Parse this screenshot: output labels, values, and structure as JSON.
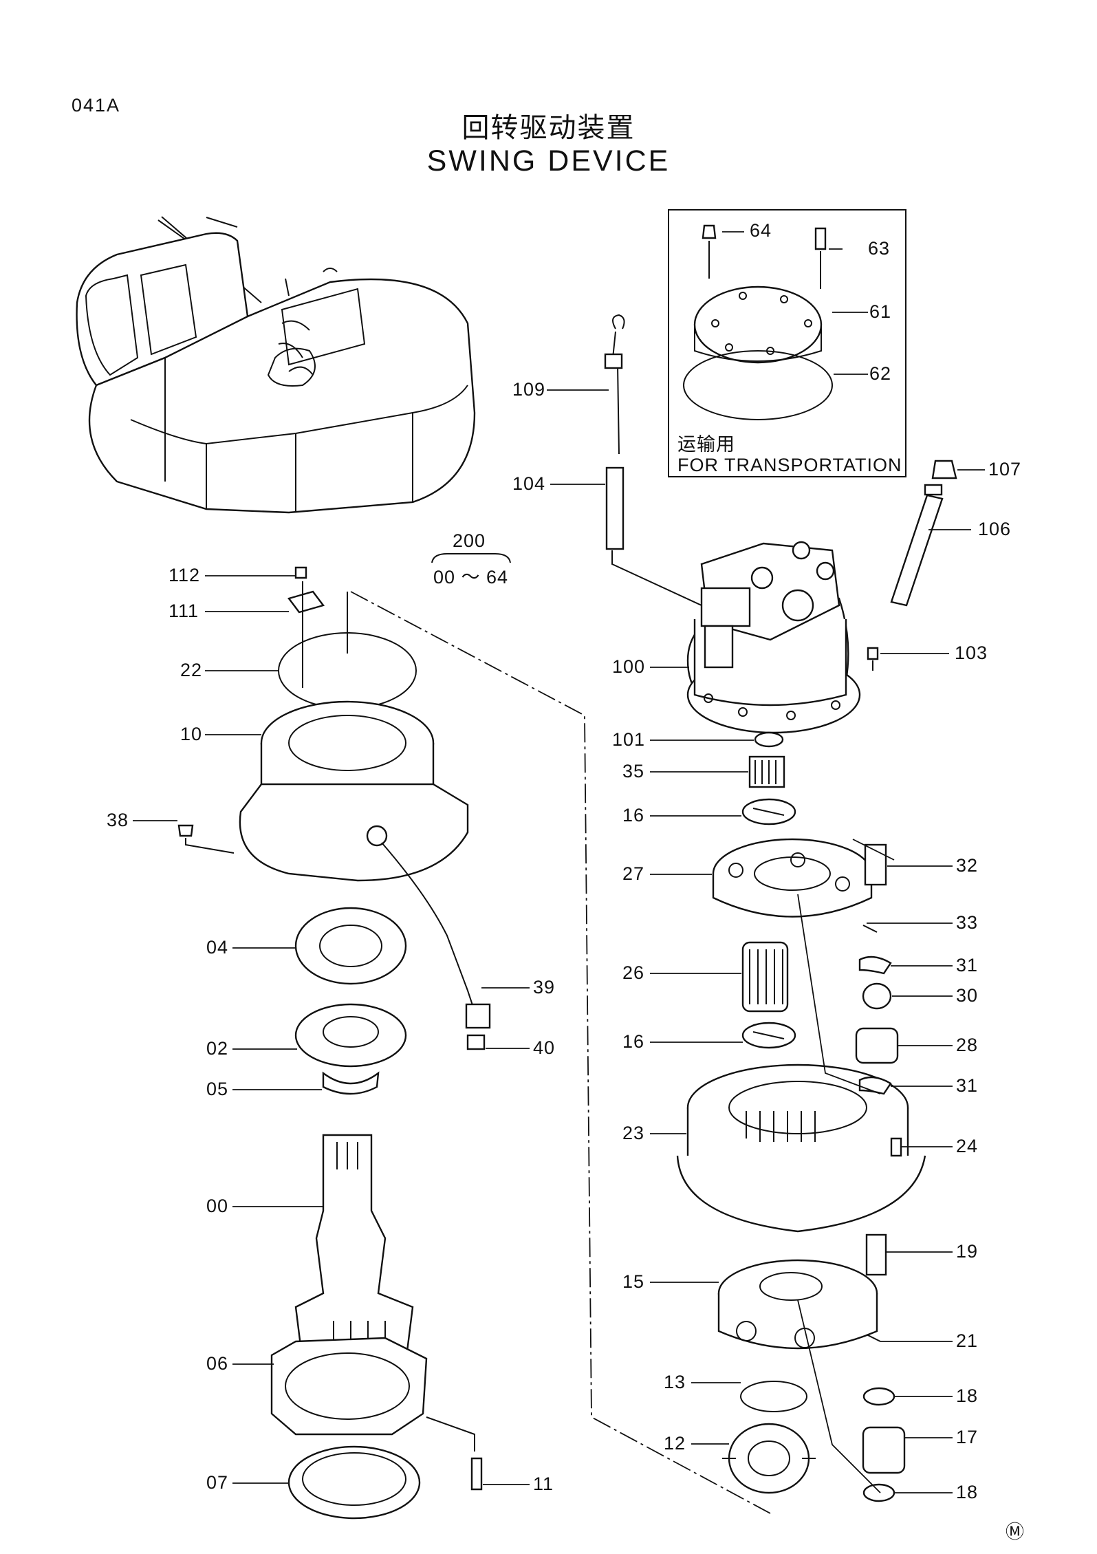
{
  "page_code": "041A",
  "title_cn": "回转驱动装置",
  "title_en": "SWING  DEVICE",
  "assembly": {
    "number": "200",
    "range": "00 ～ 64"
  },
  "transport_box": {
    "label_cn": "运输用",
    "label_en": "FOR TRANSPORTATION"
  },
  "callouts": [
    "64",
    "63",
    "61",
    "62",
    "109",
    "104",
    "107",
    "106",
    "103",
    "100",
    "101",
    "35",
    "16",
    "27",
    "32",
    "33",
    "31",
    "30",
    "26",
    "16",
    "28",
    "31",
    "23",
    "24",
    "19",
    "15",
    "21",
    "13",
    "18",
    "17",
    "12",
    "18",
    "112",
    "111",
    "22",
    "10",
    "38",
    "04",
    "39",
    "02",
    "40",
    "05",
    "00",
    "06",
    "07",
    "11"
  ],
  "mark": "Ⓜ"
}
